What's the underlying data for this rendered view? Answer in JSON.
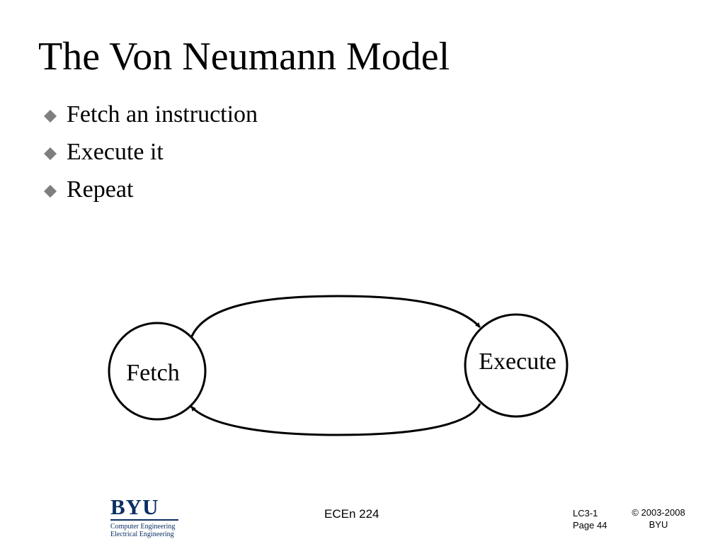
{
  "slide": {
    "title": "The Von Neumann Model",
    "bullets": [
      {
        "text": "Fetch an instruction"
      },
      {
        "text": "Execute it"
      },
      {
        "text": "Repeat"
      }
    ],
    "bullet_icon": "diamond-bullet-icon",
    "bullet_color": "#7f7f7f"
  },
  "diagram": {
    "nodes": {
      "fetch": {
        "label": "Fetch"
      },
      "execute": {
        "label": "Execute"
      }
    },
    "edges": [
      {
        "from": "fetch",
        "to": "execute"
      },
      {
        "from": "execute",
        "to": "fetch"
      }
    ]
  },
  "footer": {
    "logo": {
      "wordmark": "BYU",
      "line1": "Computer Engineering",
      "line2": "Electrical Engineering",
      "color": "#0b2f63"
    },
    "course": "ECEn 224",
    "slide_id": "LC3-1",
    "page": "Page 44",
    "copyright": "© 2003-2008",
    "copyright_org": "BYU"
  }
}
